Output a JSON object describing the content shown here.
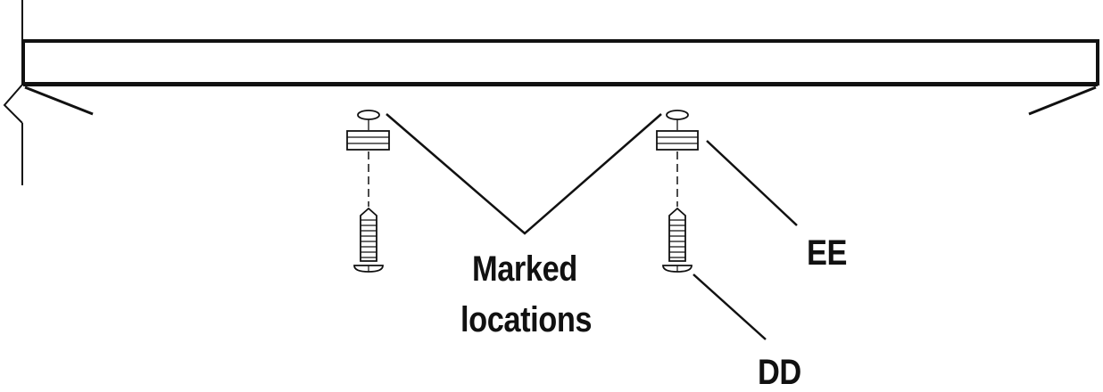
{
  "labels": {
    "marked_line1": "Marked",
    "marked_line2": "locations",
    "ee": "EE",
    "dd": "DD"
  },
  "colors": {
    "stroke": "#111111",
    "background": "#ffffff"
  }
}
